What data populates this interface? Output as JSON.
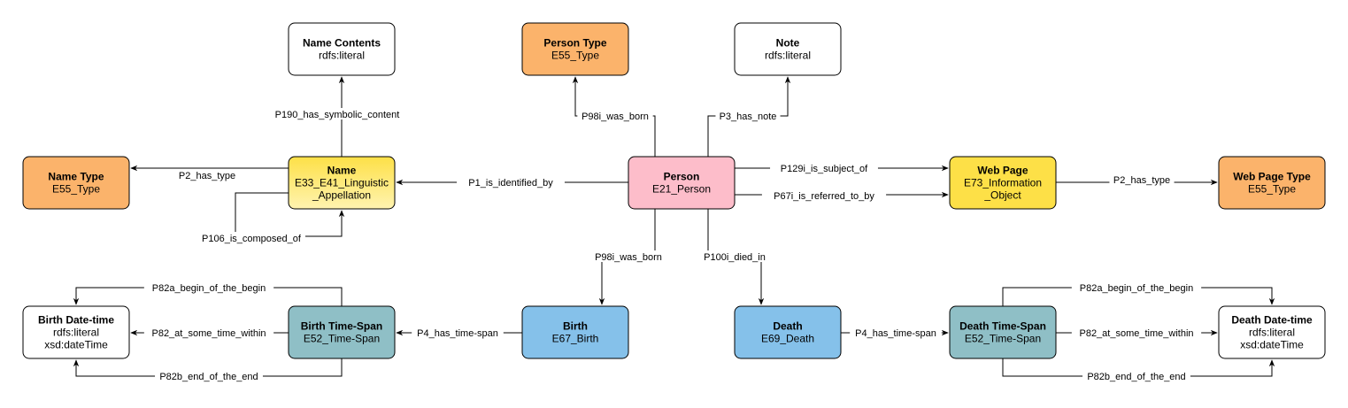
{
  "colors": {
    "orange": "#fbb36b",
    "white": "#ffffff",
    "yellow": "#fde047",
    "yellow_light": "#fff3b0",
    "pink": "#fdbdca",
    "blue": "#85c1ea",
    "teal": "#8fbfc6"
  },
  "nodes": {
    "name_contents": {
      "lines": [
        "Name Contents",
        "rdfs:literal"
      ],
      "fill": "white"
    },
    "person_type": {
      "lines": [
        "Person Type",
        "E55_Type"
      ],
      "fill": "orange"
    },
    "note": {
      "lines": [
        "Note",
        "rdfs:literal"
      ],
      "fill": "white"
    },
    "name_type": {
      "lines": [
        "Name Type",
        "E55_Type"
      ],
      "fill": "orange"
    },
    "name": {
      "lines": [
        "Name",
        "E33_E41_Linguistic",
        "_Appellation"
      ],
      "fill": "yellow_gradient"
    },
    "person": {
      "lines": [
        "Person",
        "E21_Person"
      ],
      "fill": "pink"
    },
    "web_page": {
      "lines": [
        "Web Page",
        "E73_Information",
        "_Object"
      ],
      "fill": "yellow"
    },
    "web_page_type": {
      "lines": [
        "Web Page Type",
        "E55_Type"
      ],
      "fill": "orange"
    },
    "birth_datetime": {
      "lines": [
        "Birth Date-time",
        "rdfs:literal",
        "xsd:dateTime"
      ],
      "fill": "white"
    },
    "birth_timespan": {
      "lines": [
        "Birth Time-Span",
        "E52_Time-Span"
      ],
      "fill": "teal"
    },
    "birth": {
      "lines": [
        "Birth",
        "E67_Birth"
      ],
      "fill": "blue"
    },
    "death": {
      "lines": [
        "Death",
        "E69_Death"
      ],
      "fill": "blue"
    },
    "death_timespan": {
      "lines": [
        "Death Time-Span",
        "E52_Time-Span"
      ],
      "fill": "teal"
    },
    "death_datetime": {
      "lines": [
        "Death Date-time",
        "rdfs:literal",
        "xsd:dateTime"
      ],
      "fill": "white"
    }
  },
  "edges": {
    "person_to_person_type": "P98i_was_born",
    "person_to_note": "P3_has_note",
    "name_to_name_contents": "P190_has_symbolic_content",
    "name_to_name_type": "P2_has_type",
    "person_to_name": "P1_is_identified_by",
    "name_self_composed": "P106_is_composed_of",
    "person_subject_of_web": "P129i_is_subject_of",
    "person_referred_by_web": "P67i_is_referred_to_by",
    "web_to_web_type": "P2_has_type",
    "person_to_birth": "P98i_was_born",
    "person_to_death": "P100i_died_in",
    "birth_to_timespan": "P4_has_time-span",
    "death_to_timespan": "P4_has_time-span",
    "birth_ts_begin": "P82a_begin_of_the_begin",
    "birth_ts_within": "P82_at_some_time_within",
    "birth_ts_end": "P82b_end_of_the_end",
    "death_ts_begin": "P82a_begin_of_the_begin",
    "death_ts_within": "P82_at_some_time_within",
    "death_ts_end": "P82b_end_of_the_end"
  }
}
